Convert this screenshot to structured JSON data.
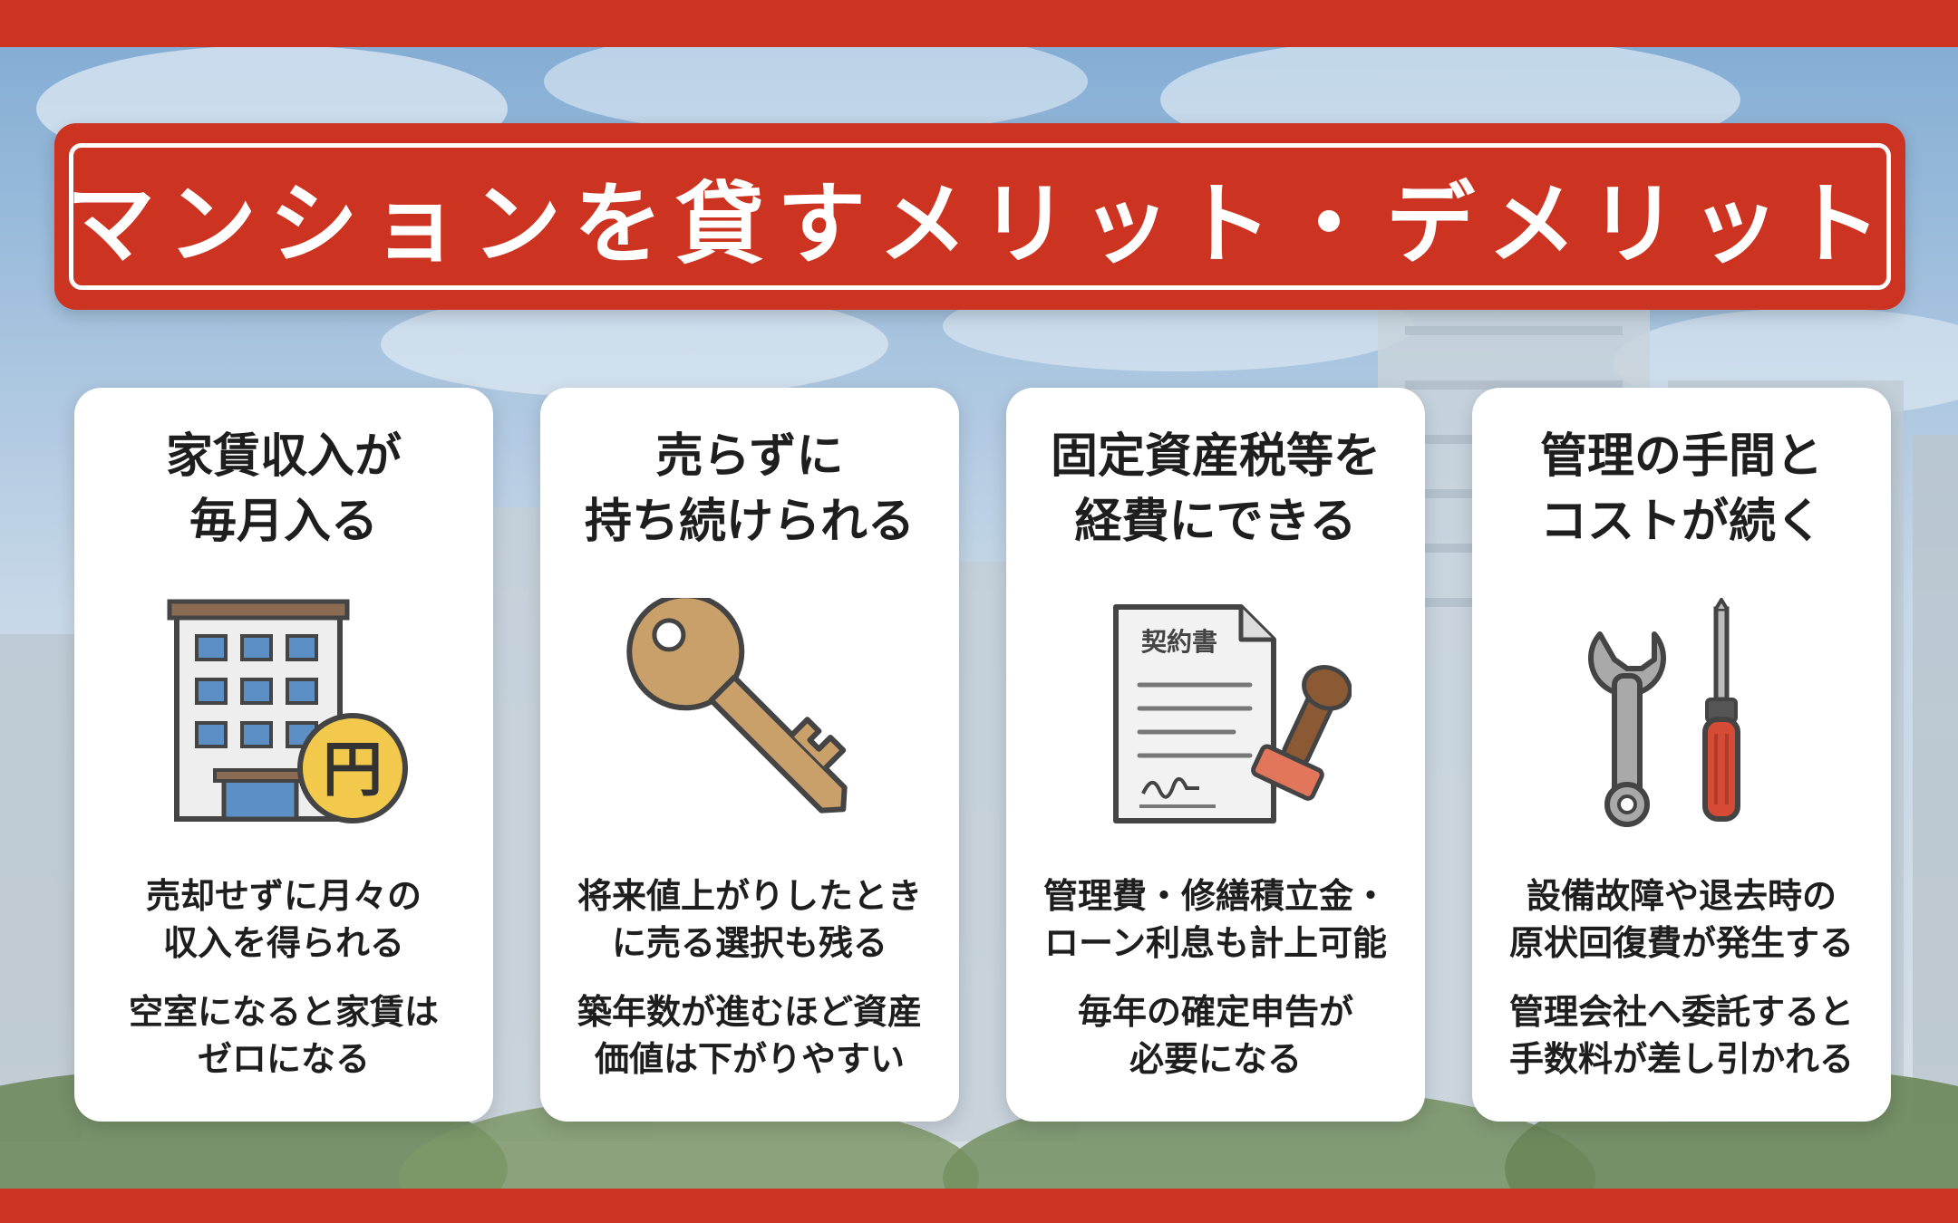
{
  "title": "マンションを貸すメリット・デメリット",
  "cards": [
    {
      "title_lines": [
        "家賃収入が",
        "毎月入る"
      ],
      "icon": "building-yen-icon",
      "icon_text": "円",
      "desc1": [
        "売却せずに月々の",
        "収入を得られる"
      ],
      "desc2": [
        "空室になると家賃は",
        "ゼロになる"
      ]
    },
    {
      "title_lines": [
        "売らずに",
        "持ち続けられる"
      ],
      "icon": "key-icon",
      "desc1": [
        "将来値上がりしたとき",
        "に売る選択も残る"
      ],
      "desc2": [
        "築年数が進むほど資産",
        "価値は下がりやすい"
      ]
    },
    {
      "title_lines": [
        "固定資産税等を",
        "経費にできる"
      ],
      "icon": "contract-stamp-icon",
      "icon_text": "契約書",
      "desc1": [
        "管理費・修繕積立金・",
        "ローン利息も計上可能"
      ],
      "desc2": [
        "毎年の確定申告が",
        "必要になる"
      ]
    },
    {
      "title_lines": [
        "管理の手間と",
        "コストが続く"
      ],
      "icon": "wrench-screwdriver-icon",
      "desc1": [
        "設備故障や退去時の",
        "原状回復費が発生する"
      ],
      "desc2": [
        "管理会社へ委託すると",
        "手数料が差し引かれる"
      ]
    }
  ],
  "colors": {
    "accent_red": "#cc3320",
    "card_bg": "#ffffff",
    "text": "#1e1e1e",
    "yen_coin": "#f2c94c",
    "key": "#c9a06a"
  }
}
